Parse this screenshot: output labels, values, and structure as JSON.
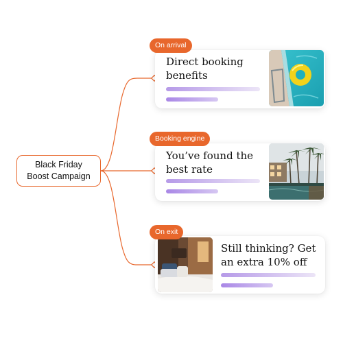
{
  "root": {
    "label": "Black Friday\nBoost Campaign"
  },
  "cards": [
    {
      "tag": "On arrival",
      "headline": "Direct booking\nbenefits",
      "image": "pool-float-photo"
    },
    {
      "tag": "Booking engine",
      "headline": "You’ve found the\nbest rate",
      "image": "resort-pool-palms-photo"
    },
    {
      "tag": "On exit",
      "headline": "Still thinking? Get\nan extra 10% off",
      "image": "hotel-bedroom-photo"
    }
  ],
  "colors": {
    "accent": "#e8672c",
    "bar_purple": "#b69ae8"
  }
}
